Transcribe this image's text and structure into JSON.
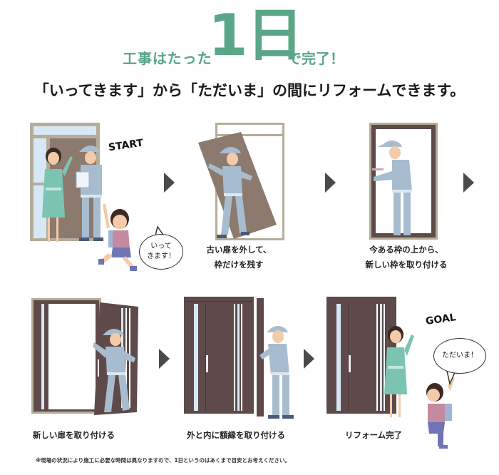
{
  "headline": {
    "prefix": "工事はたった",
    "emphasis": "1日",
    "suffix": "で完了！",
    "accent_color": "#5aa688"
  },
  "subheadline": "「いってきます」から「ただいま」の間にリフォームできます。",
  "steps": [
    {
      "id": 1,
      "tag": "START",
      "speech_bubble": "いって\nきます！",
      "speech_lines": [
        "いって",
        "きます！"
      ],
      "caption": ""
    },
    {
      "id": 2,
      "caption_lines": [
        "古い扉を外して、",
        "枠だけを残す"
      ]
    },
    {
      "id": 3,
      "caption_lines": [
        "今ある枠の上から、",
        "新しい枠を取り付ける"
      ]
    },
    {
      "id": 4,
      "caption": "新しい扉を取り付ける"
    },
    {
      "id": 5,
      "caption": "外と内に額縁を取り付ける"
    },
    {
      "id": 6,
      "tag": "GOAL",
      "speech_bubble": "ただいま！",
      "caption": "リフォーム完了"
    }
  ],
  "arrows": [
    "arrow-right-icon",
    "arrow-right-icon",
    "arrow-right-icon",
    "arrow-right-icon",
    "arrow-right-icon"
  ],
  "footnote": "※現場の状況により施工に必要な時間は異なりますので、1日というのはあくまで目安とお考えください。",
  "colors": {
    "old_frame": "#b5ad98",
    "old_door": "#8c7a6e",
    "new_door": "#5e4a4a",
    "glass": "#d6e8f5",
    "worker": "#a8bccf",
    "woman_dress": "#7cc4b2",
    "child_shirt": "#c58aa0",
    "child_shorts": "#6f74b5",
    "arrow": "#4a4a4a"
  }
}
